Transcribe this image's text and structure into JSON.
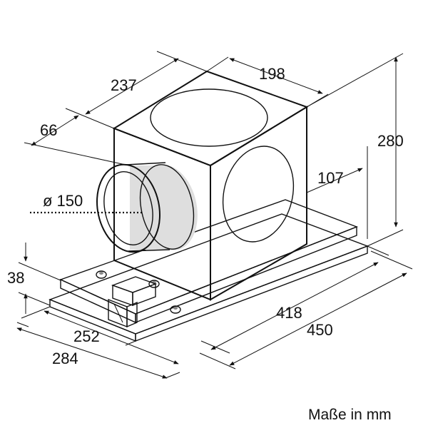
{
  "dimensions": {
    "d198": "198",
    "d237": "237",
    "d66": "66",
    "d280": "280",
    "d107": "107",
    "d150": "ø 150",
    "d38": "38",
    "d418": "418",
    "d450": "450",
    "d252": "252",
    "d284": "284"
  },
  "caption": "Maße in mm",
  "colors": {
    "line": "#111111",
    "box_face_light": "#e6e6e6",
    "box_face_mid": "#cfcfcf",
    "box_face_dark": "#bdbdbd",
    "base_plate": "#d9d9d9",
    "circle_fill": "#f2f2f2"
  }
}
